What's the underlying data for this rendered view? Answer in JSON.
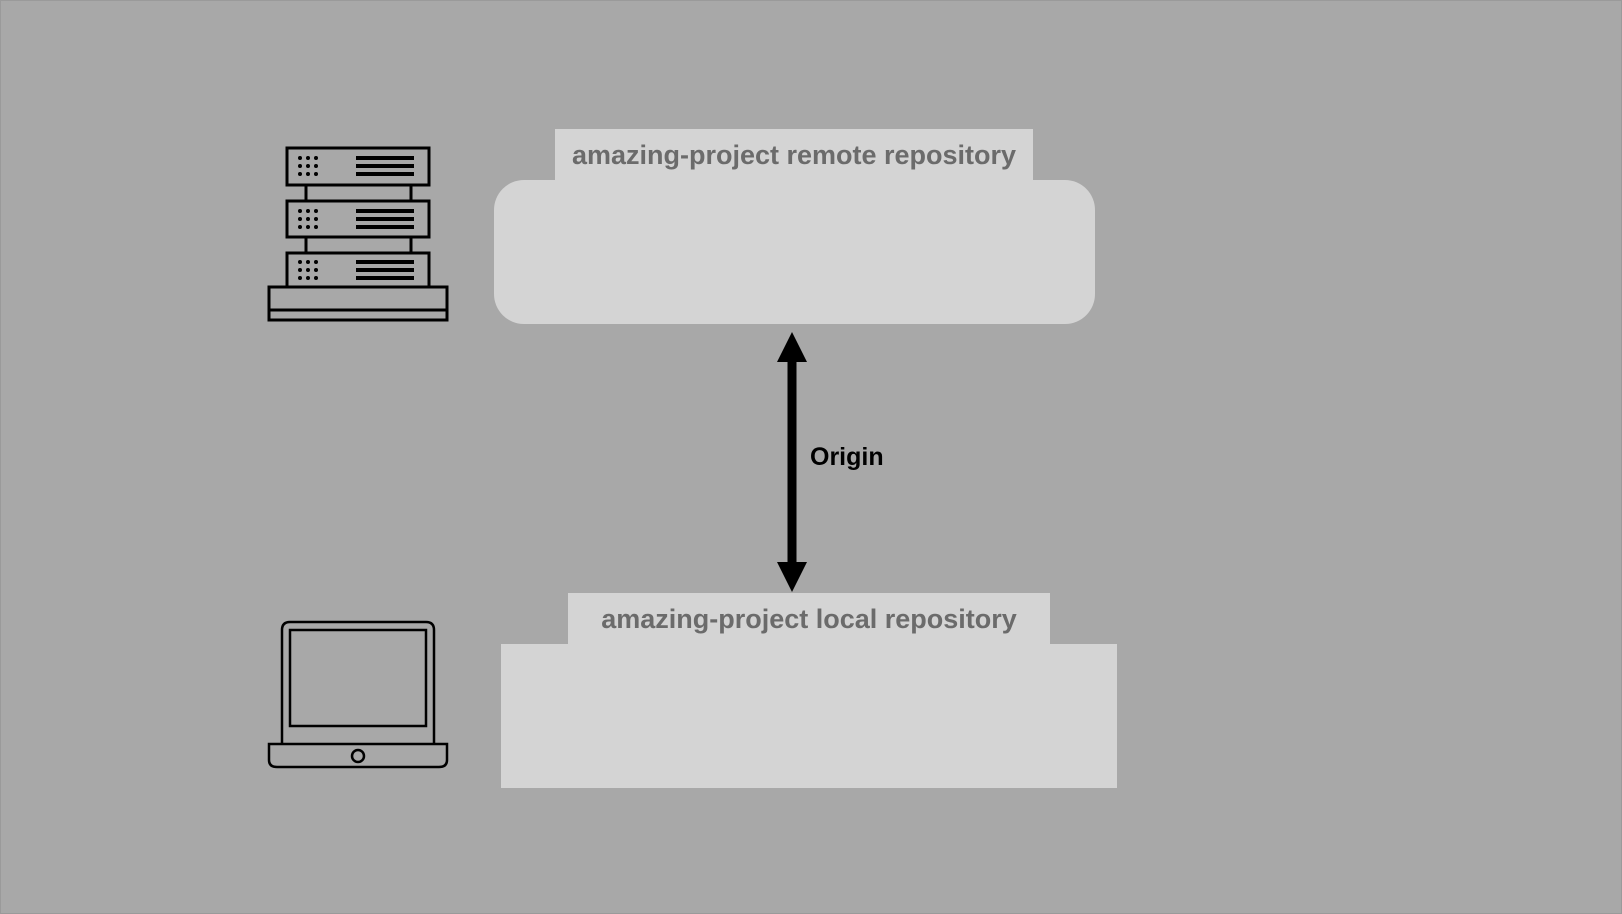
{
  "diagram": {
    "background_color": "#a8a8a8",
    "box_color": "#d4d4d4",
    "remote": {
      "label": "amazing-project remote repository",
      "icon": "server-rack-icon"
    },
    "local": {
      "label": "amazing-project local repository",
      "icon": "laptop-icon"
    },
    "connection": {
      "label": "Origin",
      "icon": "double-arrow-icon",
      "direction": "bidirectional"
    }
  }
}
